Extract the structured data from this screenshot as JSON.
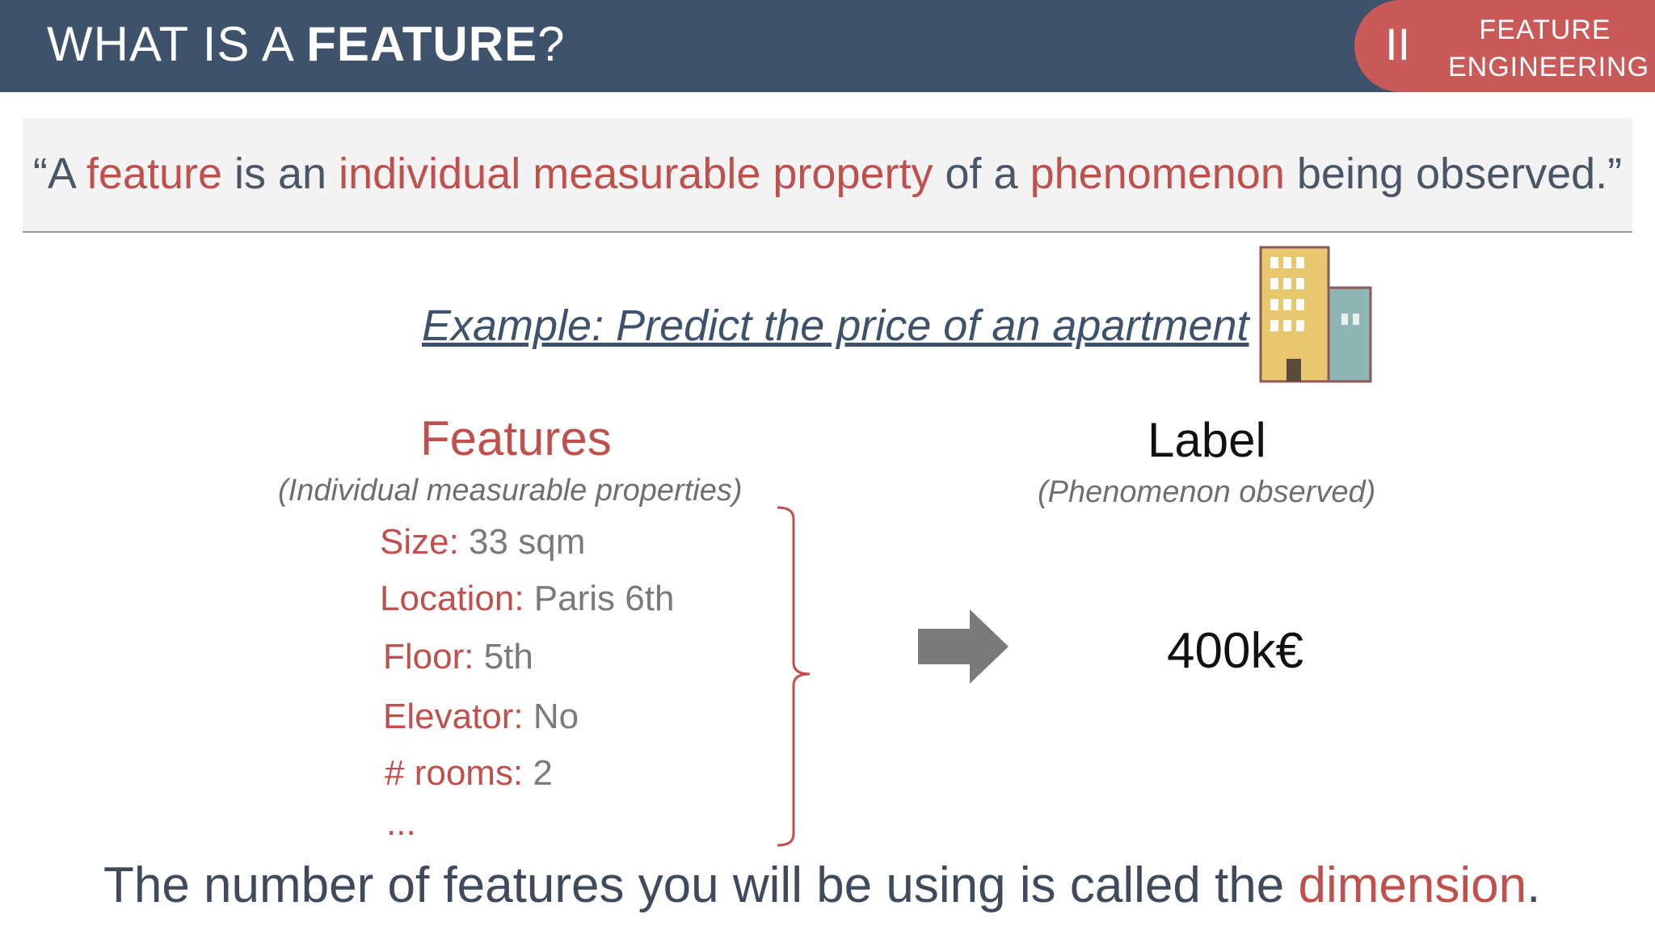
{
  "header": {
    "title_prefix": "WHAT IS A ",
    "title_bold": "FEATURE",
    "title_suffix": "?",
    "section_number": "II",
    "section_line1": "FEATURE",
    "section_line2": "ENGINEERING"
  },
  "quote": {
    "p1": "“A ",
    "h1": "feature",
    "p2": " is an ",
    "h2": "individual measurable property",
    "p3": " of a ",
    "h3": "phenomenon",
    "p4": " being observed.”"
  },
  "example": "Example: Predict the price of an apartment",
  "features": {
    "title": "Features",
    "subtitle": "(Individual measurable properties)",
    "items": [
      {
        "key": "Size:",
        "value": " 33 sqm"
      },
      {
        "key": "Location:",
        "value": " Paris 6th"
      },
      {
        "key": "Floor:",
        "value": " 5th"
      },
      {
        "key": "Elevator:",
        "value": " No"
      },
      {
        "key": "# rooms:",
        "value": " 2"
      }
    ],
    "ellipsis": "..."
  },
  "label": {
    "title": "Label",
    "subtitle": "(Phenomenon observed)",
    "value": "400k€"
  },
  "bottom": {
    "text": "The number of features you will be using is called the ",
    "highlight": "dimension",
    "end": "."
  },
  "icons": {
    "building": "building-icon",
    "arrow": "right-arrow-icon",
    "brace": "right-brace-icon"
  },
  "colors": {
    "header_bg": "#3f526b",
    "accent_red": "#c0504d",
    "pill_bg": "#c85a5a"
  }
}
